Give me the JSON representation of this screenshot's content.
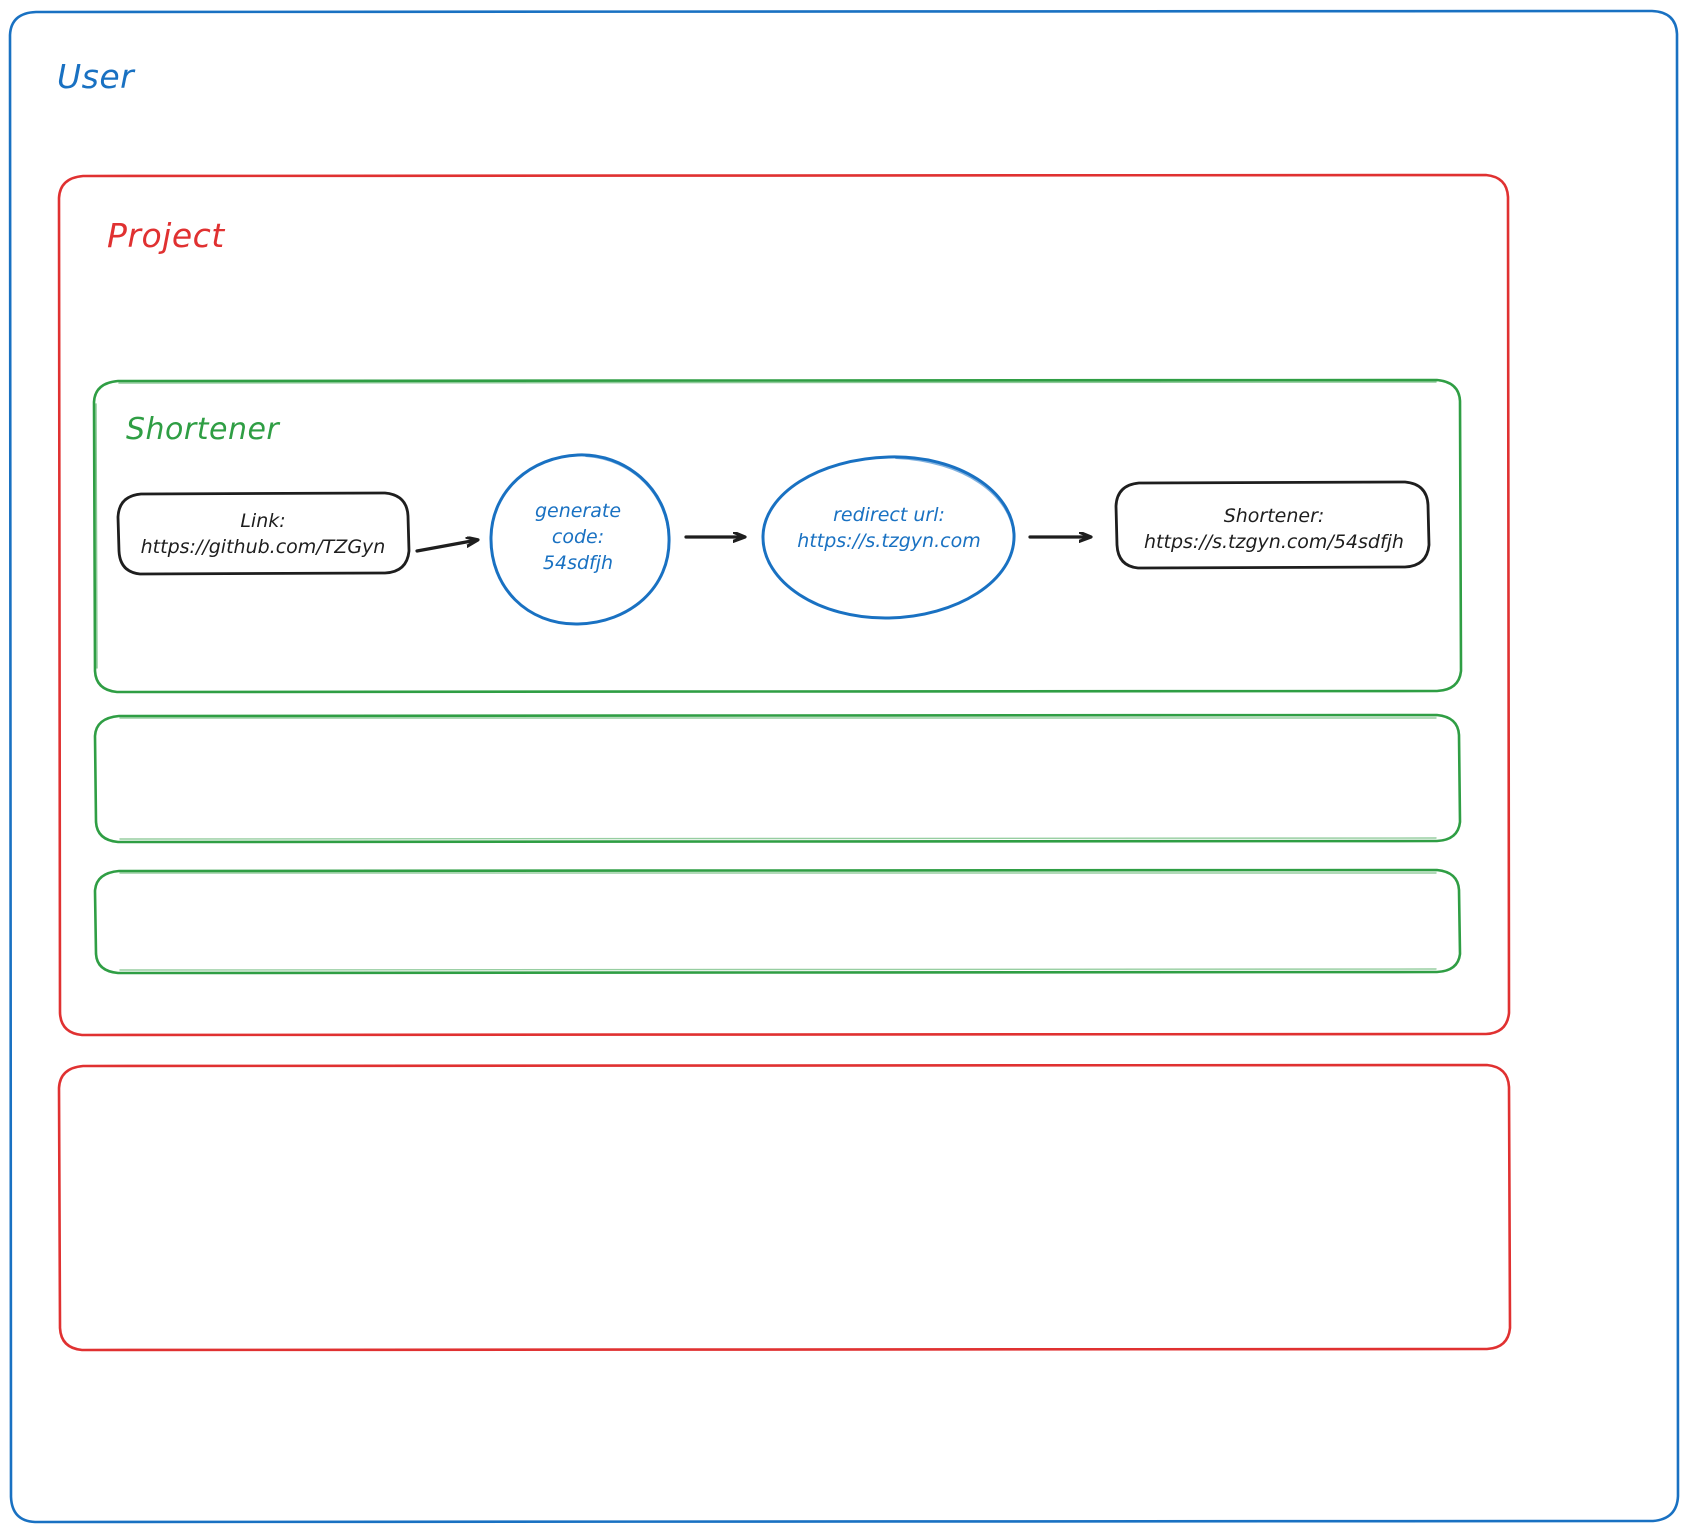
{
  "diagram": {
    "style": "hand-drawn whiteboard sketch",
    "background_color": "#ffffff",
    "colors": {
      "user_frame": "#1971c2",
      "project_frame": "#e03131",
      "shortener_frame": "#2f9e44",
      "node_stroke_dark": "#1e1e1e",
      "node_stroke_blue": "#1971c2",
      "arrow": "#1e1e1e"
    }
  },
  "user_container": {
    "label": "User"
  },
  "project_container": {
    "label": "Project"
  },
  "shortener_container": {
    "label": "Shortener"
  },
  "empty_containers": [
    {
      "label": ""
    },
    {
      "label": ""
    }
  ],
  "empty_project_container": {
    "label": ""
  },
  "flow": {
    "nodes": [
      {
        "id": "link",
        "shape": "rounded-rectangle",
        "stroke": "#1e1e1e",
        "line1": "Link:",
        "line2": "https://github.com/TZGyn"
      },
      {
        "id": "generate-code",
        "shape": "circle",
        "stroke": "#1971c2",
        "line1": "generate",
        "line2": "code:",
        "line3": "54sdfjh"
      },
      {
        "id": "redirect-url",
        "shape": "ellipse",
        "stroke": "#1971c2",
        "line1": "redirect url:",
        "line2": "https://s.tzgyn.com"
      },
      {
        "id": "shortener-result",
        "shape": "rounded-rectangle",
        "stroke": "#1e1e1e",
        "line1": "Shortener:",
        "line2": "https://s.tzgyn.com/54sdfjh"
      }
    ],
    "arrows": [
      {
        "from": "link",
        "to": "generate-code"
      },
      {
        "from": "generate-code",
        "to": "redirect-url"
      },
      {
        "from": "redirect-url",
        "to": "shortener-result"
      }
    ]
  }
}
